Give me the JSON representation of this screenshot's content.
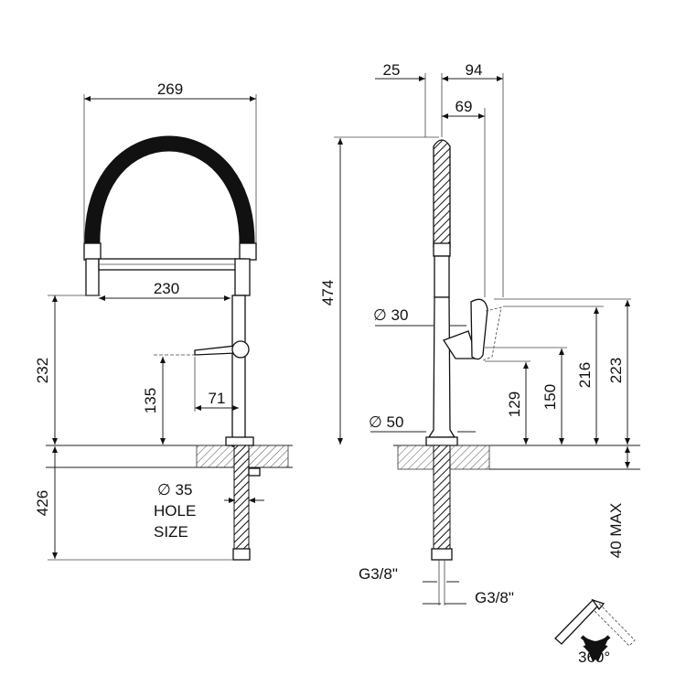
{
  "front_view": {
    "dim_width_269": "269",
    "dim_spout_230": "230",
    "dim_height_232": "232",
    "dim_handle_135": "135",
    "dim_lever_71": "71",
    "dim_below_426": "426",
    "hole_diameter": "∅ 35",
    "hole_label_1": "HOLE",
    "hole_label_2": "SIZE"
  },
  "side_view": {
    "dim_top_25": "25",
    "dim_top_94": "94",
    "dim_top_69": "69",
    "dim_height_474": "474",
    "dim_diam_30": "∅ 30",
    "dim_diam_50": "∅ 50",
    "dim_129": "129",
    "dim_150": "150",
    "dim_216": "216",
    "dim_223": "223",
    "dim_40max": "40 MAX",
    "thread_1": "G3/8\"",
    "thread_2": "G3/8\""
  },
  "rotation_label": "360°"
}
